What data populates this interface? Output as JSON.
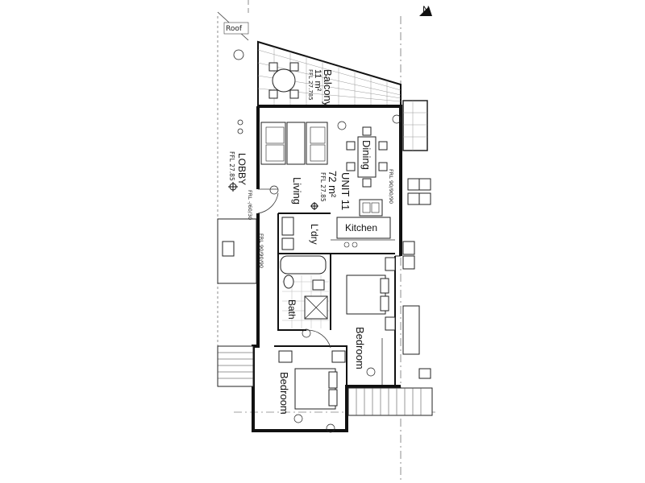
{
  "plan": {
    "north_mark": "N",
    "roof_label": "Roof",
    "lobby_label": "LOBBY",
    "lobby_ffl": "FFL 27.85",
    "lobby_frl": "FRL -/60/30",
    "balcony": {
      "name": "Balcony",
      "area": "11 m²",
      "ffl": "FFL 27.785"
    },
    "unit": {
      "name": "UNIT 11",
      "area": "72 m²",
      "ffl": "FFL 27.85"
    },
    "frl_side": "FRL 90/90/90",
    "frl_corridor": "FRL 90/90/90",
    "rooms": {
      "dining": "Dining",
      "living": "Living",
      "kitchen": "Kitchen",
      "laundry": "L'dry",
      "bath": "Bath",
      "bedroom_1": "Bedroom",
      "bedroom_2": "Bedroom"
    }
  }
}
